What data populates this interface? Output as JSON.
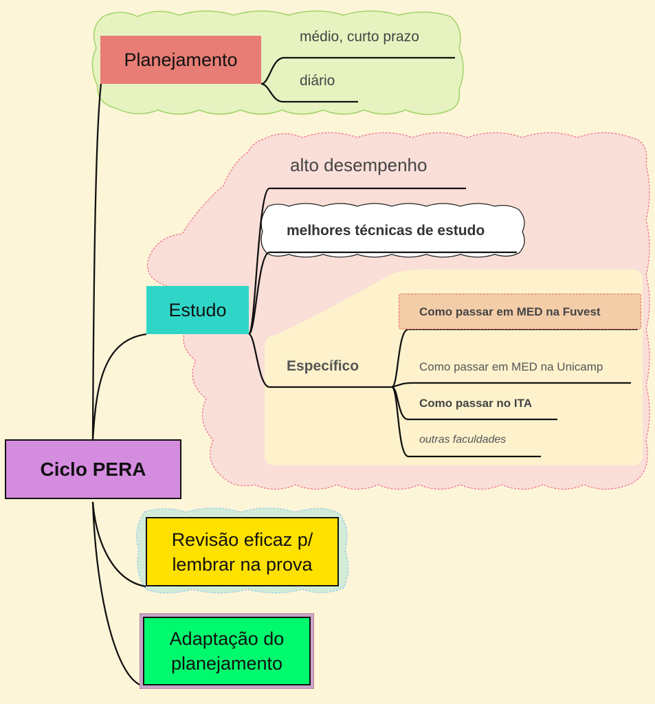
{
  "root": {
    "label": "Ciclo PERA"
  },
  "planejamento": {
    "label": "Planejamento",
    "children": [
      "médio, curto prazo",
      "diário"
    ]
  },
  "estudo": {
    "label": "Estudo",
    "children": [
      "alto desempenho",
      "melhores técnicas de estudo"
    ],
    "especifico": {
      "label": "Específico",
      "children": [
        "Como passar em MED na Fuvest",
        "Como passar em MED na Unicamp",
        "Como passar no ITA",
        "outras faculdades"
      ]
    }
  },
  "revisao": {
    "line1": "Revisão eficaz p/",
    "line2": "lembrar na prova"
  },
  "adaptacao": {
    "line1": "Adaptação do",
    "line2": "planejamento"
  },
  "colors": {
    "background": "#fdf5d7",
    "root": "#d48cdf",
    "planejamento": "#e77d74",
    "estudo": "#2fd6c8",
    "revisao": "#ffe100",
    "adaptacao": "#00fa6e",
    "fuvest_highlight": "#f3cda8"
  }
}
